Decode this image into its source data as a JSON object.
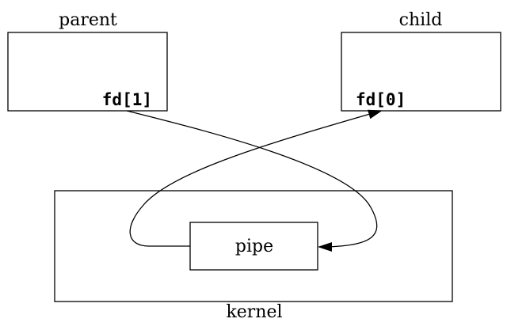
{
  "diagram": {
    "parent": {
      "title": "parent",
      "descriptor": "fd[1]"
    },
    "child": {
      "title": "child",
      "descriptor": "fd[0]"
    },
    "kernel": {
      "title": "kernel"
    },
    "pipe": {
      "label": "pipe"
    },
    "colors": {
      "stroke": "#000000",
      "background": "#ffffff"
    }
  }
}
